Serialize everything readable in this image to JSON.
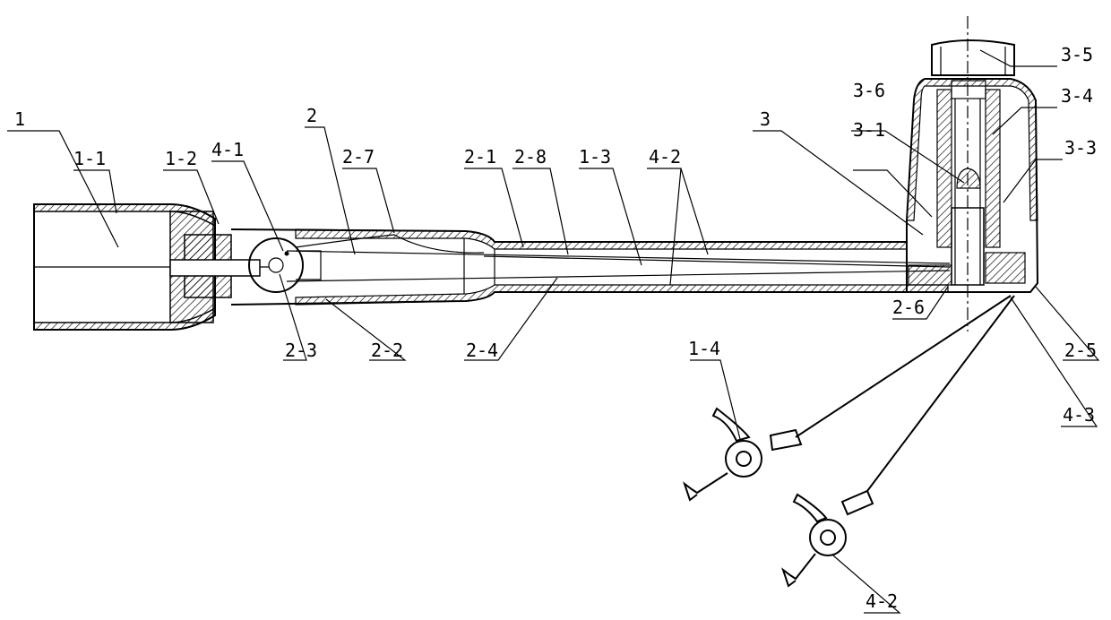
{
  "labels": {
    "l1": "1",
    "l1_1": "1-1",
    "l1_2": "1-2",
    "l4_1": "4-1",
    "l2": "2",
    "l2_7": "2-7",
    "l2_1": "2-1",
    "l2_8": "2-8",
    "l1_3": "1-3",
    "l4_2_top": "4-2",
    "l3": "3",
    "l3_6": "3-6",
    "l3_1": "3-1",
    "l3_5": "3-5",
    "l3_4": "3-4",
    "l3_3": "3-3",
    "l2_3": "2-3",
    "l2_2": "2-2",
    "l2_4": "2-4",
    "l2_6": "2-6",
    "l2_5": "2-5",
    "l4_3": "4-3",
    "l1_4": "1-4",
    "l4_2_bottom": "4-2"
  }
}
